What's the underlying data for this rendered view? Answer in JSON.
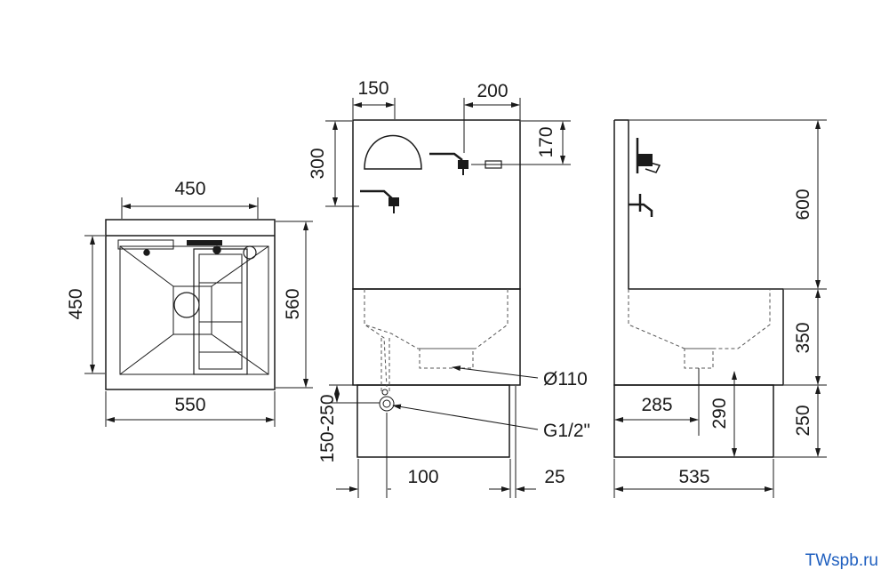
{
  "dimensions": {
    "top_width": "450",
    "top_depth": "450",
    "top_outer_depth": "560",
    "top_outer_width": "550",
    "front_col_a": "150",
    "front_col_b": "200",
    "front_tap_height": "300",
    "front_tap_b_height": "170",
    "front_drain_height": "150-250",
    "front_offset": "100",
    "front_side": "25",
    "pipe_diameter": "Ø110",
    "thread": "G1/2\"",
    "side_upper": "600",
    "side_mid": "350",
    "side_lower": "250",
    "side_depth_a": "285",
    "side_height_b": "290",
    "side_total_depth": "535"
  },
  "watermark": "TWspb.ru",
  "colors": {
    "line": "#1a1a1a",
    "hidden": "#555555",
    "brand": "#1f5fbf"
  }
}
